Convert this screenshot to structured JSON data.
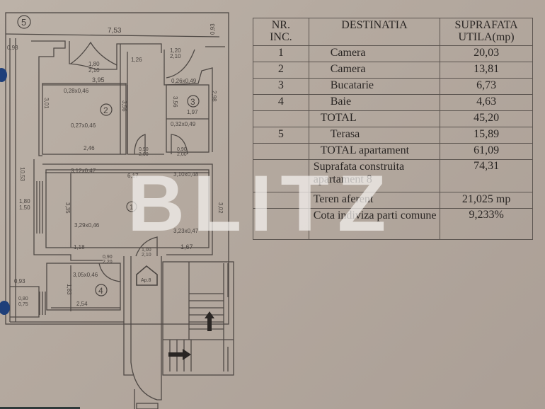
{
  "document": {
    "type": "floor-plan-with-area-table",
    "watermark": "BLITZ"
  },
  "floor_plan": {
    "terrace_label": "5",
    "overall_width": "7,53",
    "terrace_depth": "0,93",
    "left_offset": "0,93",
    "vertical_total": "10,53",
    "rooms": [
      {
        "id": "1",
        "dims": [
          "6,17",
          "3,35",
          "3,02",
          "1,18",
          "1,67"
        ],
        "radiators": [
          "3,12x0,47",
          "3,10x0,48",
          "3,29x0,46",
          "3,23x0,47"
        ]
      },
      {
        "id": "2",
        "dims": [
          "3,95",
          "3,01",
          "3,56",
          "2,46"
        ],
        "radiators": [
          "0,28x0,46",
          "0,27x0,46"
        ]
      },
      {
        "id": "3",
        "dims": [
          "1,97",
          "3,56",
          "2,98"
        ],
        "radiators": [
          "0,26x0,49",
          "0,32x0,49"
        ]
      },
      {
        "id": "4",
        "dims": [
          "2,54",
          "1,83"
        ],
        "radiators": [
          "3,05x0,46"
        ]
      }
    ],
    "doors": [
      {
        "w": "1,80",
        "h": "2,10"
      },
      {
        "w": "1,20",
        "h": "2,10"
      },
      {
        "w": "0,90",
        "h": "2,00"
      },
      {
        "w": "0,90",
        "h": "2,00"
      },
      {
        "w": "1,00",
        "h": "2,10"
      },
      {
        "w": "0,90",
        "h": "2,20"
      }
    ],
    "windows": [
      {
        "w": "1,80",
        "h": "1,50"
      },
      {
        "w": "0,80",
        "h": "0,75"
      }
    ],
    "hall_width": "1,26",
    "bath_offset": "0,93",
    "apartment_tag": "Ap.8"
  },
  "table": {
    "headers": {
      "nr": [
        "NR.",
        "INC."
      ],
      "dest": "DESTINATIA",
      "area": [
        "SUPRAFATA",
        "UTILA(mp)"
      ]
    },
    "rows": [
      {
        "nr": "1",
        "dest": "Camera",
        "area": "20,03"
      },
      {
        "nr": "2",
        "dest": "Camera",
        "area": "13,81"
      },
      {
        "nr": "3",
        "dest": "Bucatarie",
        "area": "6,73"
      },
      {
        "nr": "4",
        "dest": "Baie",
        "area": "4,63"
      },
      {
        "nr": "",
        "dest": "TOTAL",
        "area": "45,20"
      },
      {
        "nr": "5",
        "dest": "Terasa",
        "area": "15,89"
      },
      {
        "nr": "",
        "dest": "TOTAL apartament",
        "area": "61,09"
      },
      {
        "nr": "",
        "dest": "Suprafata construita apartament 8",
        "area": "74,31"
      },
      {
        "nr": "",
        "dest": "Teren aferent",
        "area": "21,025 mp"
      },
      {
        "nr": "",
        "dest": "Cota indiviza parti comune",
        "area": "9,233%"
      }
    ]
  },
  "colors": {
    "paper": "#b8ada3",
    "ink": "#2a2624",
    "line": "#5c5550",
    "pin": "#1e3f7a"
  }
}
